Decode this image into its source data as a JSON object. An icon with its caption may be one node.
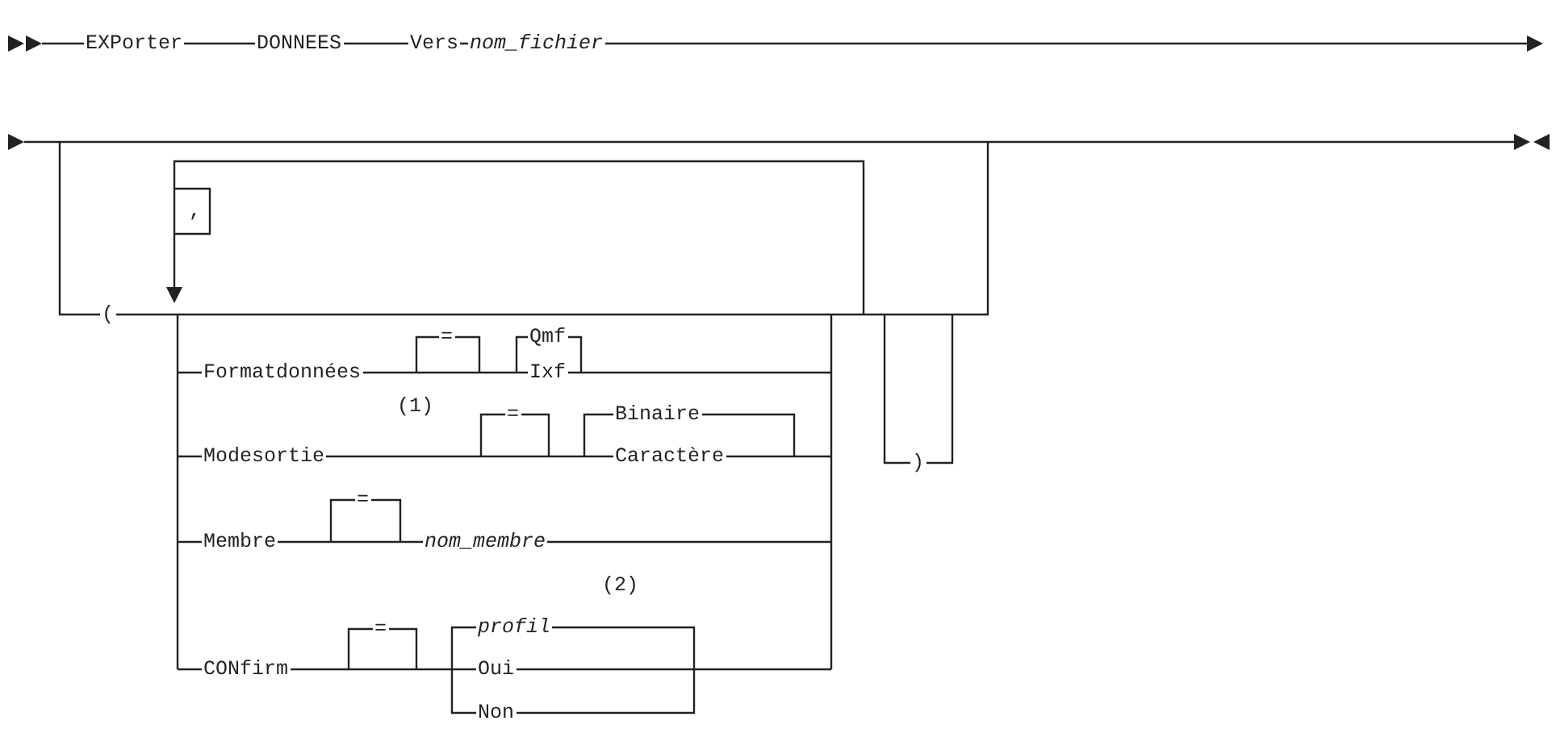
{
  "diagram": {
    "labels": [
      "EXPorter",
      "DONNEES",
      "Vers",
      "nom_fichier",
      ",",
      "(",
      "Formatdonnées",
      "=",
      "Qmf",
      "Ixf",
      "(1)",
      "Modesortie",
      "=",
      "Binaire",
      "Caractère",
      "Membre",
      "=",
      "nom_membre",
      "(2)",
      "CONfirm",
      "=",
      "profil",
      "Oui",
      "Non",
      ")"
    ]
  }
}
